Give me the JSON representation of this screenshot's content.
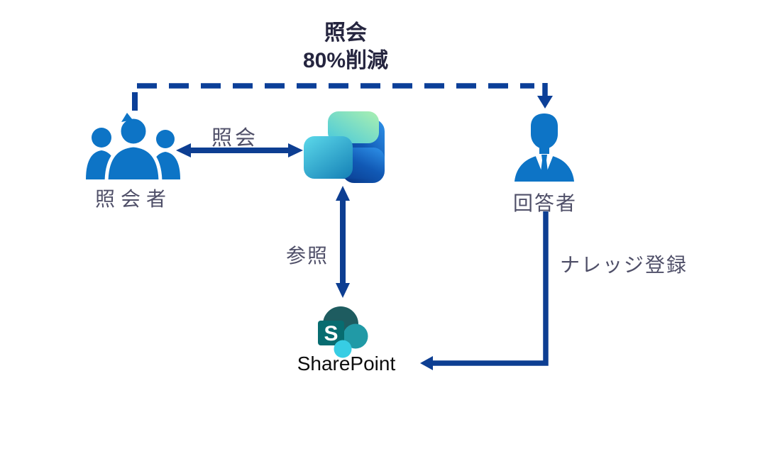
{
  "diagram": {
    "title": {
      "line1": "照会",
      "line2": "80%削減"
    },
    "nodes": {
      "inquirer": {
        "label": "照会者",
        "icon": "people-group-icon"
      },
      "copilot": {
        "icon": "copilot-icon"
      },
      "responder": {
        "label": "回答者",
        "icon": "business-person-icon"
      },
      "sharepoint": {
        "label": "SharePoint",
        "icon": "sharepoint-icon",
        "monogram": "S"
      }
    },
    "edges": {
      "inquiry": {
        "label": "照会",
        "type": "double-arrow"
      },
      "reference": {
        "label": "参照",
        "type": "double-arrow"
      },
      "knowledge_registration": {
        "label": "ナレッジ登録",
        "type": "arrow"
      },
      "inquiry_reduction": {
        "type": "dashed-arrow",
        "note": "title text describes this flow"
      }
    },
    "colors": {
      "arrow_blue": "#0d3e92",
      "dashed_blue": "#0b3f98",
      "icon_blue": "#0d74c6",
      "label_gray": "#4f4f68",
      "title_navy": "#25253f",
      "sharepoint_dark": "#1e5c60",
      "sharepoint_mid": "#219aa6",
      "sharepoint_light": "#37cde4",
      "sharepoint_square": "#076c70",
      "copilot_green": "#abf0b0",
      "copilot_cyan": "#5cd9ea",
      "copilot_blue_deep": "#083585",
      "copilot_blue_bright": "#2f93ea"
    }
  }
}
